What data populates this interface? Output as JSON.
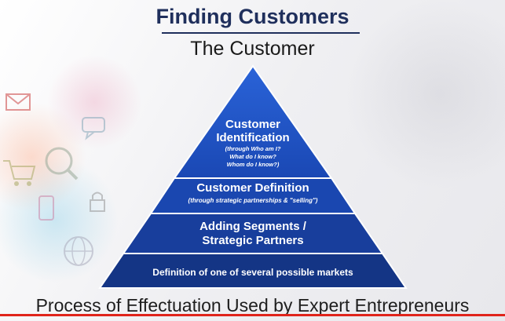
{
  "title": "Finding Customers",
  "subtitle": "The Customer",
  "footer": "Process of Effectuation Used by Expert Entrepreneurs",
  "colors": {
    "title": "#1f2f5c",
    "level_top": "#1e53c4",
    "level_2": "#1a47b0",
    "level_3": "#183e9c",
    "level_base": "#143585",
    "progress": "#e0241b"
  },
  "pyramid": {
    "levels": [
      {
        "title_line1": "Customer",
        "title_line2": "Identification",
        "note_line1": "(through Who am I?",
        "note_line2": "What do I  know?",
        "note_line3": "Whom do I know?)"
      },
      {
        "title": "Customer Definition",
        "note": "(through strategic partnerships & \"selling\")"
      },
      {
        "title_line1": "Adding Segments /",
        "title_line2": "Strategic Partners"
      },
      {
        "title": "Definition of one of several possible markets"
      }
    ]
  }
}
